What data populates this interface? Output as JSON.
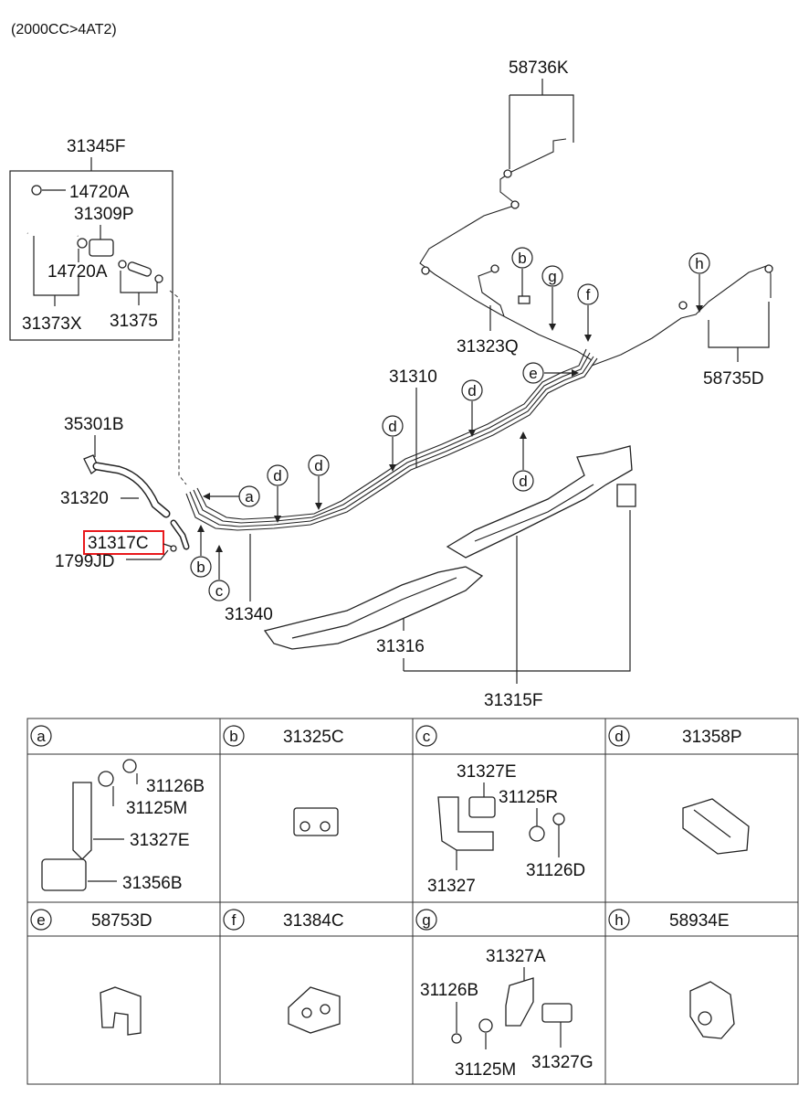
{
  "header": {
    "engine_spec": "(2000CC>4AT2)"
  },
  "highlight_color": "#e8191c",
  "part_labels": {
    "p58736K": "58736K",
    "p31345F": "31345F",
    "p14720A_1": "14720A",
    "p31309P": "31309P",
    "p14720A_2": "14720A",
    "p31373X": "31373X",
    "p31375": "31375",
    "p31323Q": "31323Q",
    "p31310": "31310",
    "p58735D": "58735D",
    "p35301B": "35301B",
    "p31320": "31320",
    "p31317C": "31317C",
    "p1799JD": "1799JD",
    "p31340": "31340",
    "p31316": "31316",
    "p31315F": "31315F"
  },
  "callouts": {
    "a": "a",
    "b": "b",
    "b2": "b",
    "c": "c",
    "d1": "d",
    "d2": "d",
    "d3": "d",
    "d4": "d",
    "d5": "d",
    "e": "e",
    "f": "f",
    "g": "g",
    "h": "h"
  },
  "table": {
    "cells": [
      {
        "letter": "a",
        "part": "",
        "subparts": [
          "31126B",
          "31125M",
          "31327E",
          "31356B"
        ]
      },
      {
        "letter": "b",
        "part": "31325C",
        "subparts": []
      },
      {
        "letter": "c",
        "part": "",
        "subparts": [
          "31327E",
          "31125R",
          "31327",
          "31126D"
        ]
      },
      {
        "letter": "d",
        "part": "31358P",
        "subparts": []
      },
      {
        "letter": "e",
        "part": "58753D",
        "subparts": []
      },
      {
        "letter": "f",
        "part": "31384C",
        "subparts": []
      },
      {
        "letter": "g",
        "part": "",
        "subparts": [
          "31327A",
          "31126B",
          "31125M",
          "31327G"
        ]
      },
      {
        "letter": "h",
        "part": "58934E",
        "subparts": []
      }
    ]
  }
}
